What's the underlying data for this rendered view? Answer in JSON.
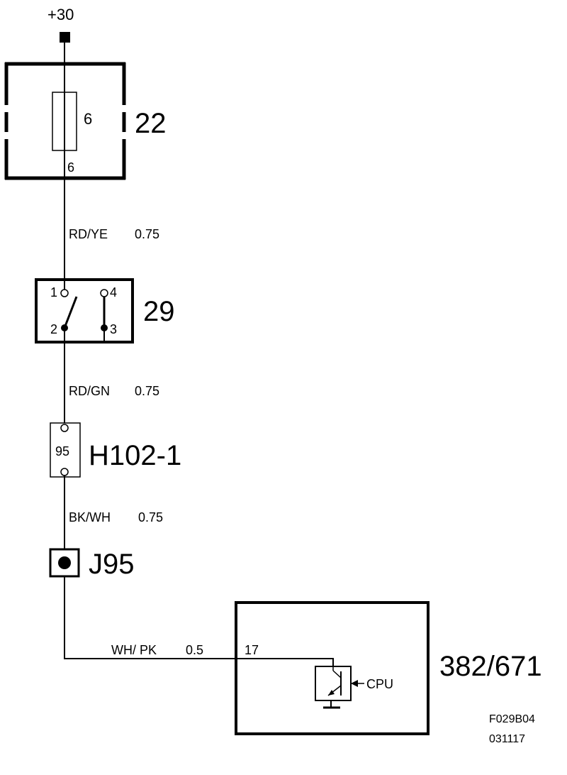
{
  "supply": {
    "label": "+30"
  },
  "fusebox": {
    "id": "22",
    "fuse_number": "6",
    "pin": "6"
  },
  "wires": {
    "w1": {
      "color": "RD/YE",
      "size": "0.75"
    },
    "w2": {
      "color": "RD/GN",
      "size": "0.75"
    },
    "w3": {
      "color": "BK/WH",
      "size": "0.75"
    },
    "w4": {
      "color": "WH/ PK",
      "size": "0.5"
    }
  },
  "switch": {
    "id": "29",
    "pins": [
      "1",
      "2",
      "3",
      "4"
    ]
  },
  "connector": {
    "id": "H102-1",
    "pin": "95"
  },
  "splice": {
    "id": "J95"
  },
  "module": {
    "id": "382/671",
    "pin": "17",
    "cpu_label": "CPU"
  },
  "footer": {
    "code": "F029B04",
    "date": "031117"
  },
  "colors": {
    "ink": "#000000",
    "background": "#ffffff"
  }
}
